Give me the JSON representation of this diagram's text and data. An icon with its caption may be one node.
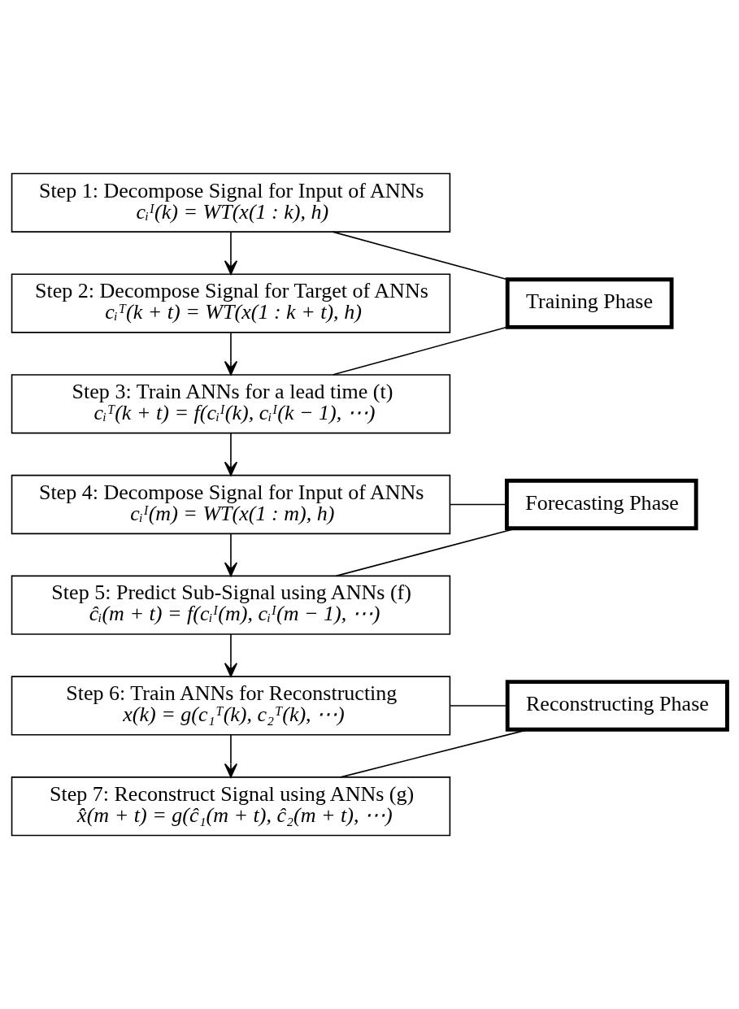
{
  "diagram": {
    "nodes": [
      {
        "text": [
          "Step 1: Decompose Signal for Input of ANNs",
          "cᵢᴵ(k) = WT(x(1 : k), h)"
        ]
      },
      {
        "text": [
          "Step 2: Decompose Signal for Target of ANNs",
          "cᵢᵀ(k + t) = WT(x(1 : k + t), h)"
        ]
      },
      {
        "text": [
          "Step 3: Train ANNs for a lead time (t)",
          "cᵢᵀ(k + t) = f(cᵢᴵ(k), cᵢᴵ(k − 1), ⋯)"
        ]
      },
      {
        "text": [
          "Step 4: Decompose Signal for Input of ANNs",
          "cᵢᴵ(m) = WT(x(1 : m), h)"
        ]
      },
      {
        "text": [
          "Step 5: Predict Sub-Signal using ANNs (f)",
          "ĉᵢ(m + t) = f(cᵢᴵ(m), cᵢᴵ(m − 1), ⋯)"
        ]
      },
      {
        "text": [
          "Step 6: Train ANNs for Reconstructing",
          "x(k) = g(c₁ᵀ(k), c₂ᵀ(k), ⋯)"
        ]
      },
      {
        "text": [
          "Step 7: Reconstruct Signal using ANNs (g)",
          "x̂(m + t) = g(ĉ₁(m + t), ĉ₂(m + t), ⋯)"
        ]
      },
      {
        "text": [
          "Training Phase"
        ]
      },
      {
        "text": [
          "Forecasting Phase"
        ]
      },
      {
        "text": [
          "Reconstructing Phase"
        ]
      }
    ],
    "edges": [
      {
        "from": 0,
        "to": 1,
        "arrow": "to"
      },
      {
        "from": 1,
        "to": 2,
        "arrow": "to"
      },
      {
        "from": 2,
        "to": 3,
        "arrow": "to"
      },
      {
        "from": 3,
        "to": 4,
        "arrow": "to"
      },
      {
        "from": 4,
        "to": 5,
        "arrow": "to"
      },
      {
        "from": 5,
        "to": 6,
        "arrow": "to"
      },
      {
        "from": 0,
        "to": 7,
        "arrow": "none"
      },
      {
        "from": 2,
        "to": 7,
        "arrow": "none"
      },
      {
        "from": 3,
        "to": 8,
        "arrow": "none"
      },
      {
        "from": 4,
        "to": 8,
        "arrow": "none"
      },
      {
        "from": 5,
        "to": 9,
        "arrow": "none"
      },
      {
        "from": 6,
        "to": 9,
        "arrow": "none"
      }
    ]
  }
}
